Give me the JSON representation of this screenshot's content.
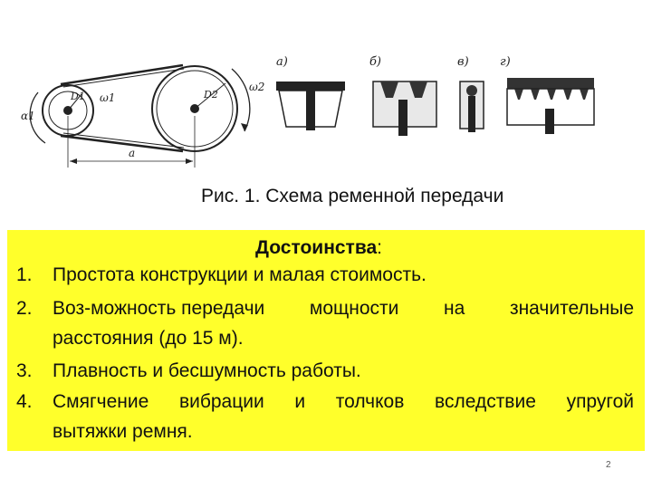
{
  "figure": {
    "labels": {
      "a": "а)",
      "b": "б)",
      "v": "в)",
      "g": "г)",
      "alpha1": "α1",
      "omega1": "ω1",
      "omega2": "ω2",
      "d1": "D1",
      "d2": "D2",
      "dist": "a"
    }
  },
  "caption": "Рис. 1. Схема ременной передачи",
  "advantages": {
    "title": "Достоинства",
    "title_suffix": ":",
    "items": [
      {
        "num": "1.",
        "text": "Простота конструкции и малая стоимость."
      },
      {
        "num": "2.",
        "words": [
          "Воз-можность передачи",
          "мощности",
          "на",
          "значительные"
        ],
        "cont": "расстояния (до 15 м)."
      },
      {
        "num": "3.",
        "text": "Плавность и бесшумность работы."
      },
      {
        "num": "4.",
        "words": [
          "Смягчение",
          "вибрации",
          "и",
          "толчков",
          "вследствие",
          "упругой"
        ],
        "cont": "вытяжки ремня."
      }
    ]
  },
  "page_number": "2",
  "colors": {
    "highlight": "#ffff2b",
    "ink": "#222222"
  }
}
